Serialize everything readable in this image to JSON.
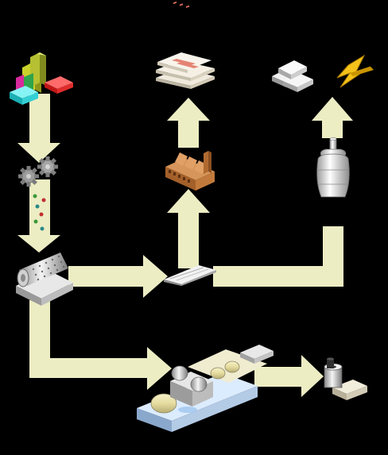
{
  "diagram": {
    "background_color": "#000000",
    "arrow_color": "#EDEDC4",
    "nodes": [
      {
        "id": "raw-materials",
        "icon": "blocks-icon"
      },
      {
        "id": "grinding",
        "icon": "gears-icon"
      },
      {
        "id": "fiber-suspension",
        "icon": "fiber-tube-icon"
      },
      {
        "id": "pulp-drum",
        "icon": "drum-washer-icon"
      },
      {
        "id": "splitter",
        "icon": "wedge-splitter-icon"
      },
      {
        "id": "factory",
        "icon": "factory-icon"
      },
      {
        "id": "paper-product",
        "icon": "paper-stack-icon"
      },
      {
        "id": "boiler",
        "icon": "boiler-icon"
      },
      {
        "id": "ingots",
        "icon": "ingots-icon"
      },
      {
        "id": "energy",
        "icon": "lightning-icon"
      },
      {
        "id": "paper-machine",
        "icon": "paper-machine-icon"
      },
      {
        "id": "output-rolls",
        "icon": "roll-and-sheets-icon"
      }
    ],
    "arrows": [
      {
        "from": "raw-materials",
        "to": "grinding"
      },
      {
        "from": "grinding",
        "to": "pulp-drum"
      },
      {
        "from": "pulp-drum",
        "to": "splitter"
      },
      {
        "from": "splitter",
        "to": "factory"
      },
      {
        "from": "factory",
        "to": "paper-product"
      },
      {
        "from": "splitter",
        "to": "boiler"
      },
      {
        "from": "boiler",
        "to": "energy"
      },
      {
        "from": "pulp-drum",
        "to": "paper-machine"
      },
      {
        "from": "paper-machine",
        "to": "output-rolls"
      }
    ]
  }
}
